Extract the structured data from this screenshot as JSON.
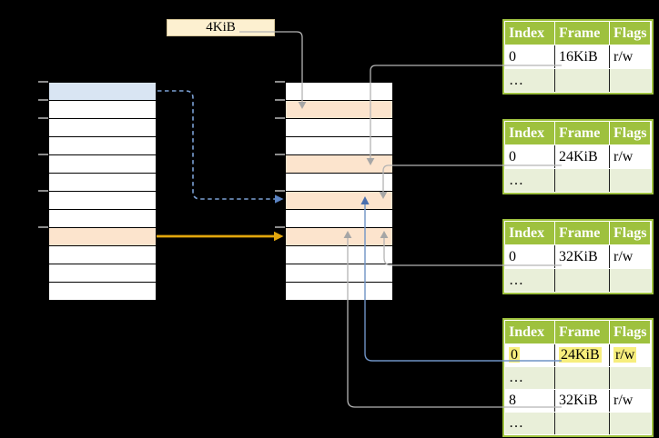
{
  "page_size_label": "4KiB",
  "virtual_stack": {
    "row_fills": [
      "blue",
      "",
      "",
      "",
      "",
      "",
      "",
      "",
      "peach",
      "",
      "",
      ""
    ]
  },
  "physical_stack": {
    "row_fills": [
      "",
      "peach",
      "",
      "",
      "peach",
      "",
      "peach",
      "",
      "peach",
      "",
      "",
      ""
    ]
  },
  "tick_offsets": [
    0,
    20,
    40,
    80,
    120,
    160
  ],
  "page_tables": [
    {
      "columns": [
        "Index",
        "Frame",
        "Flags"
      ],
      "rows": [
        {
          "cells": [
            "0",
            "16KiB",
            "r/w"
          ],
          "style": "data",
          "highlight": false
        },
        {
          "cells": [
            "…",
            "",
            ""
          ],
          "style": "dots",
          "highlight": false
        }
      ]
    },
    {
      "columns": [
        "Index",
        "Frame",
        "Flags"
      ],
      "rows": [
        {
          "cells": [
            "0",
            "24KiB",
            "r/w"
          ],
          "style": "data",
          "highlight": false
        },
        {
          "cells": [
            "…",
            "",
            ""
          ],
          "style": "dots",
          "highlight": false
        }
      ]
    },
    {
      "columns": [
        "Index",
        "Frame",
        "Flags"
      ],
      "rows": [
        {
          "cells": [
            "0",
            "32KiB",
            "r/w"
          ],
          "style": "data",
          "highlight": false
        },
        {
          "cells": [
            "…",
            "",
            ""
          ],
          "style": "dots",
          "highlight": false
        }
      ]
    },
    {
      "columns": [
        "Index",
        "Frame",
        "Flags"
      ],
      "rows": [
        {
          "cells": [
            "0",
            "24KiB",
            "r/w"
          ],
          "style": "data",
          "highlight": true
        },
        {
          "cells": [
            "…",
            "",
            ""
          ],
          "style": "dots",
          "highlight": false
        },
        {
          "cells": [
            "8",
            "32KiB",
            "r/w"
          ],
          "style": "data",
          "highlight": false
        },
        {
          "cells": [
            "…",
            "",
            ""
          ],
          "style": "dots",
          "highlight": false
        }
      ]
    }
  ],
  "connections": [
    {
      "from": "page-size-label",
      "to": "physical-row-1",
      "style": "grey"
    },
    {
      "from": "page-table-1-frame-16KiB",
      "to": "physical-row-4",
      "style": "grey"
    },
    {
      "from": "page-table-2-frame-24KiB",
      "to": "physical-row-6",
      "style": "grey"
    },
    {
      "from": "page-table-3-frame-32KiB",
      "to": "physical-row-8",
      "style": "grey"
    },
    {
      "from": "page-table-4-frame-32KiB",
      "to": "physical-row-8",
      "style": "grey"
    },
    {
      "from": "page-table-4-frame-24KiB",
      "to": "physical-row-6",
      "style": "blue"
    },
    {
      "from": "virtual-row-0",
      "to": "physical-row-6",
      "style": "blue-dashed"
    },
    {
      "from": "virtual-row-8",
      "to": "physical-row-8",
      "style": "orange"
    }
  ],
  "colors": {
    "header_green": "#9ec13e",
    "row_light_green": "#e9efd9",
    "row_peach": "#fce4cd",
    "row_blue": "#d9e5f3",
    "label_cream": "#fdf0d0",
    "highlight_yellow": "#f7ee7d",
    "arrow_grey": "#b4b4b4",
    "arrow_blue": "#6f93c5",
    "arrow_blue_dashed": "#7ba0d4",
    "arrow_orange": "#e2a60d"
  }
}
